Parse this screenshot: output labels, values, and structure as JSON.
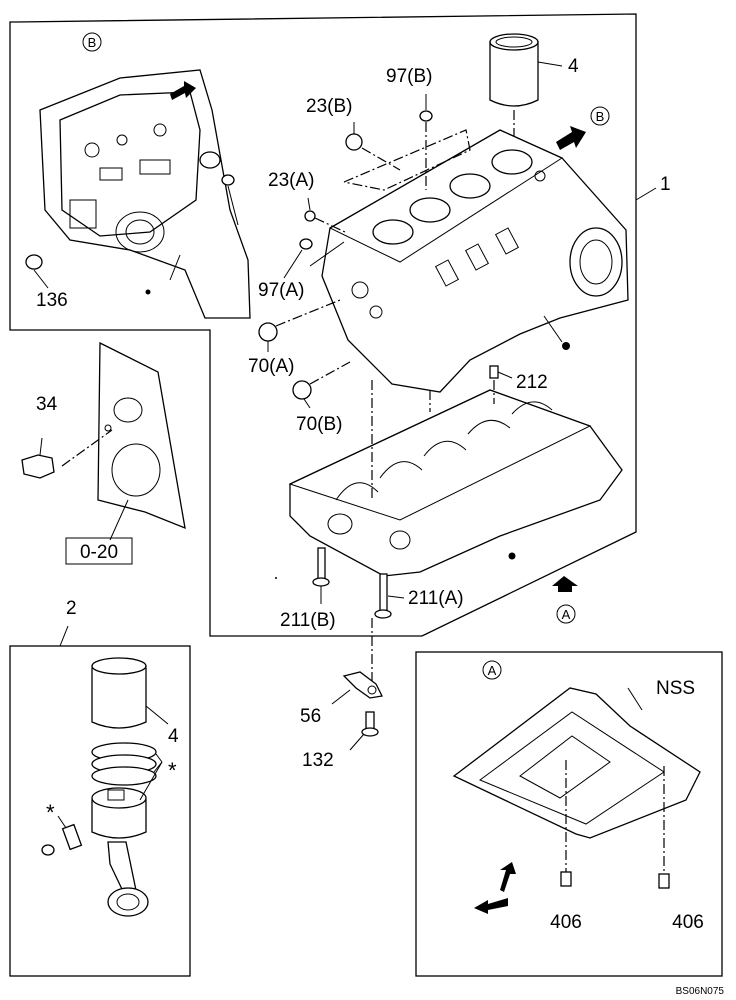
{
  "labels": {
    "view_b": "B",
    "view_a": "A",
    "p136": "136",
    "p34": "34",
    "p0_20": "0-20",
    "p2": "2",
    "p4_top": "4",
    "p4_kit": "4",
    "p97b": "97(B)",
    "p23b": "23(B)",
    "p23a": "23(A)",
    "p97a": "97(A)",
    "p70a": "70(A)",
    "p70b": "70(B)",
    "p212": "212",
    "p1": "1",
    "p211a": "211(A)",
    "p211b": "211(B)",
    "p56": "56",
    "p132": "132",
    "nss": "NSS",
    "p406_left": "406",
    "p406_right": "406",
    "star_rings": "*",
    "star_pin": "*",
    "code": "BS06N075"
  }
}
